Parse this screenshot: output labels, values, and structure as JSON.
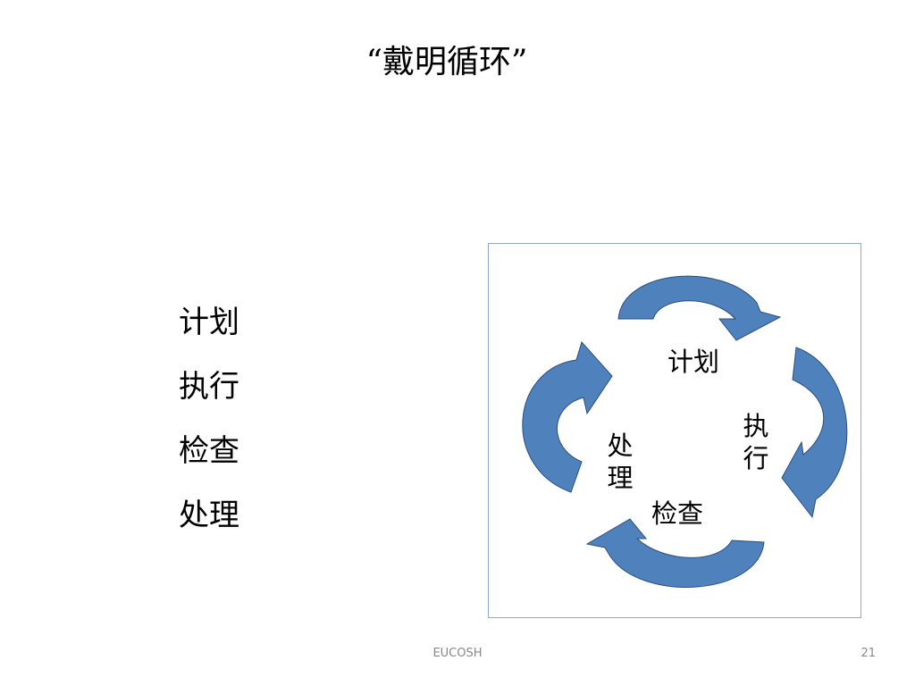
{
  "slide": {
    "title": "“戴明循环”",
    "bullets": [
      "计划",
      "执行",
      "检查",
      "处理"
    ]
  },
  "diagram": {
    "stages": [
      {
        "label": "计划"
      },
      {
        "label": "执行"
      },
      {
        "label": "检查"
      },
      {
        "label": "处理"
      }
    ],
    "arrow_color": "#4f81bd",
    "arrow_outline": "#2b4f7d",
    "frame_color": "#8ea9cc"
  },
  "footer": {
    "center_text": "EUCOSH",
    "page_number": "21"
  }
}
